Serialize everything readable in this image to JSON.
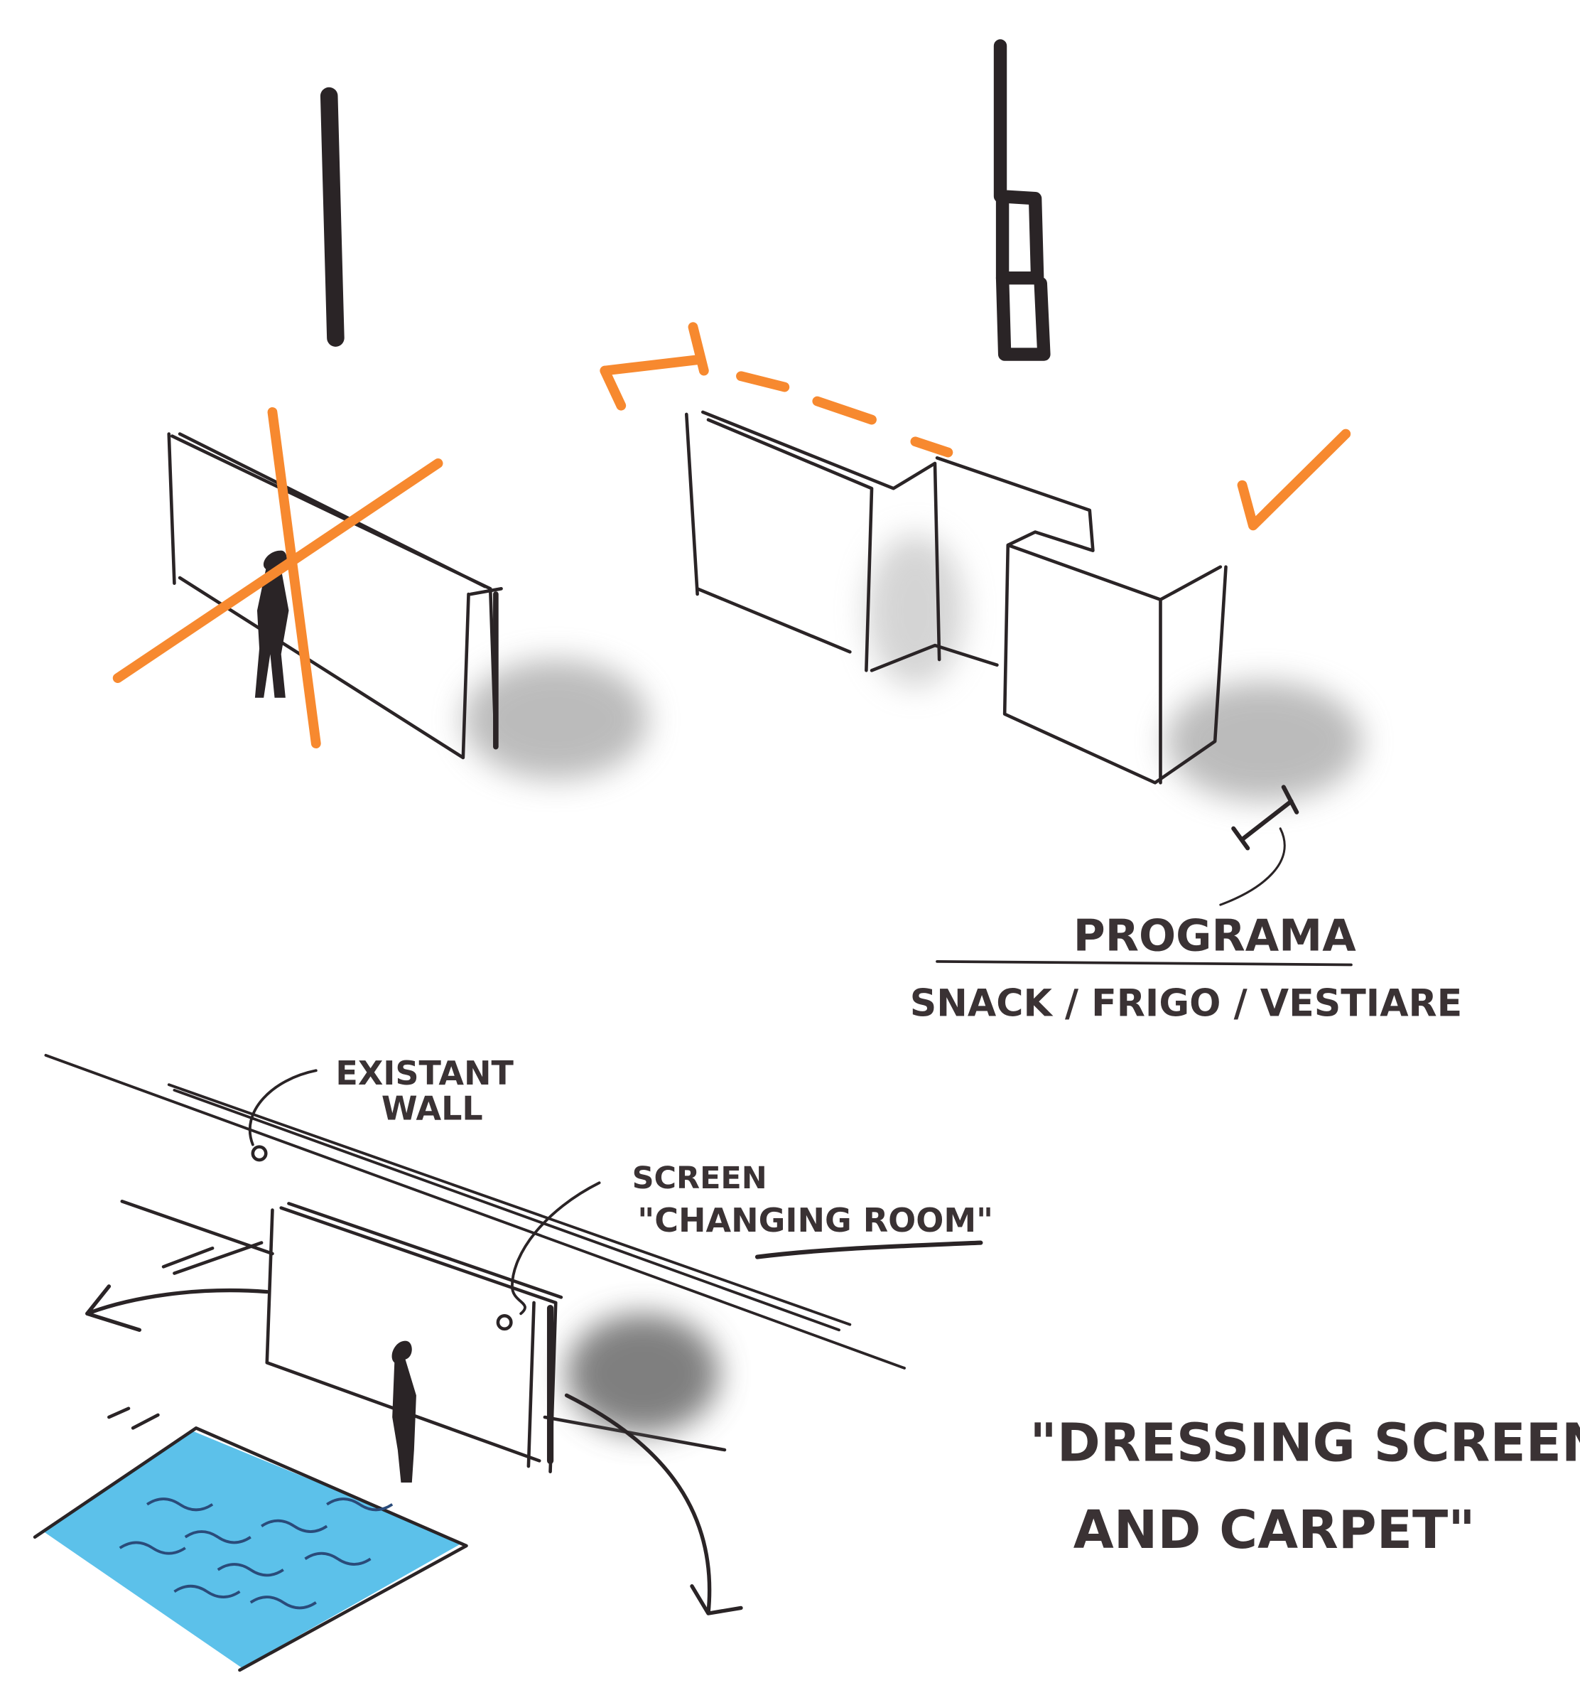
{
  "programa": {
    "title": "PROGRAMA",
    "items": "SNACK / FRIGO / VESTIARE"
  },
  "labels": {
    "existant_wall_1": "EXISTANT",
    "existant_wall_2": "WALL",
    "screen": "SCREEN",
    "changing_room": "\"CHANGING ROOM\"",
    "dressing_1": "\"DRESSING  SCREEN",
    "dressing_2": "AND     CARPET\""
  },
  "colors": {
    "ink": "#2a2426",
    "accent": "#f7892f",
    "carpet": "#3fb6e6",
    "shadow": "#9a9a9a"
  }
}
